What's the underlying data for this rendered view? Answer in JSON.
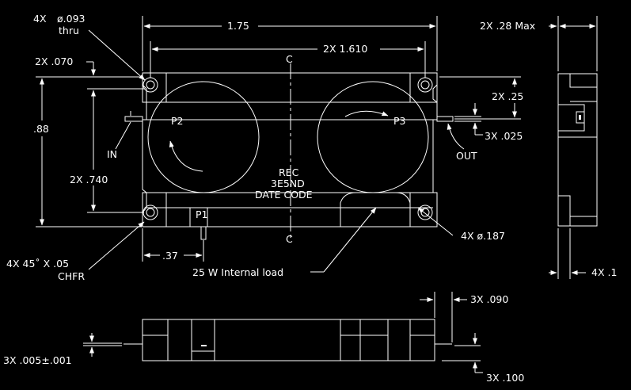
{
  "drawing": {
    "top_view": {
      "labels": {
        "port_p1": "P1",
        "port_p2": "P2",
        "port_p3": "P3",
        "centerline_mark": "C",
        "in_label": "IN",
        "out_label": "OUT",
        "marking_line1": "REC",
        "marking_line2": "3E5ND",
        "marking_line3": "DATE CODE"
      },
      "dimensions": {
        "overall_length": "1.75",
        "hole_spacing": "2X 1.610",
        "overall_height": ".88",
        "hole_vertical_spacing": "2X .740",
        "hole_edge_offset": "2X .070",
        "mount_hole_qty": "4X",
        "mount_hole_dia": "ø.093",
        "mount_hole_thru": "thru",
        "boss_dia": "4X ø.187",
        "tab_offset": "2X .25",
        "tab_thickness": "3X .025",
        "p1_offset": ".37",
        "chamfer_line1": "4X 45˚ X .05",
        "chamfer_line2": "CHFR",
        "internal_load": "25 W Internal load"
      }
    },
    "side_view": {
      "dimensions": {
        "max_height": "2X .28 Max",
        "flange_thickness": "4X .1"
      }
    },
    "front_view": {
      "dimensions": {
        "tab_height": "3X .005±.001",
        "tab_width": "3X .090",
        "tab_length": "3X .100"
      }
    }
  }
}
